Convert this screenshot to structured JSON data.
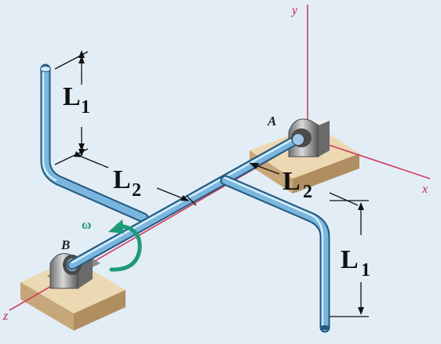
{
  "axes": {
    "x": "x",
    "y": "y",
    "z": "z"
  },
  "points": {
    "a": "A",
    "b": "B"
  },
  "angular_velocity": "ω",
  "dimensions": {
    "l1_main": "L",
    "l1_sub": "1",
    "l2_main": "L",
    "l2_sub": "2"
  },
  "colors": {
    "background": "#e3edf6",
    "axis": "#d23b5e",
    "shaft": "#6ba6cf",
    "omega": "#1e9a78"
  }
}
